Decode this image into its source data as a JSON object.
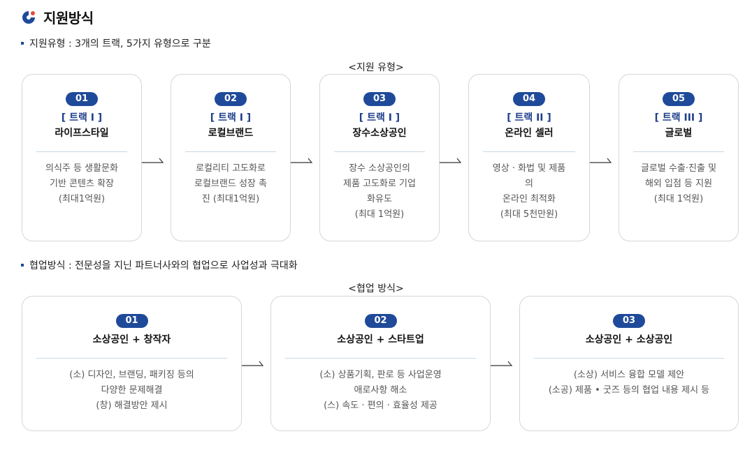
{
  "page_title": "지원방식",
  "section1": {
    "bullet": "지원유형 : 3개의 트랙, 5가지 유형으로 구분",
    "caption": "<지원 유형>",
    "cards": [
      {
        "num": "01",
        "track": "[ 트랙 Ⅰ ]",
        "name": "라이프스타일",
        "desc": [
          "의식주 등 생활문화",
          "기반 콘텐츠 확장",
          "(최대1억원)"
        ]
      },
      {
        "num": "02",
        "track": "[ 트랙 Ⅰ ]",
        "name": "로컬브랜드",
        "desc": [
          "로컬리티 고도화로",
          "로컬브랜드 성장 촉",
          "진 (최대1억원)"
        ]
      },
      {
        "num": "03",
        "track": "[ 트랙 Ⅰ ]",
        "name": "장수소상공인",
        "desc": [
          "장수 소상공인의",
          "제품 고도화로 기업",
          "화유도",
          "(최대 1억원)"
        ]
      },
      {
        "num": "04",
        "track": "[ 트랙 II ]",
        "name": "온라인 셀러",
        "desc": [
          "영상 · 화법 및 제품",
          "의",
          "온라인 최적화",
          "(최대 5천만원)"
        ]
      },
      {
        "num": "05",
        "track": "[ 트랙 III ]",
        "name": "글로벌",
        "desc": [
          "글로벌 수출·진출 및",
          "해외 입점 등 지원",
          "(최대 1억원)"
        ]
      }
    ]
  },
  "section2": {
    "bullet": "협업방식 : 전문성을 지닌 파트너사와의 협업으로 사업성과 극대화",
    "caption": "<협업 방식>",
    "cards": [
      {
        "num": "01",
        "name": "소상공인 + 창작자",
        "desc": [
          "(소) 디자인, 브랜딩, 패키징 등의",
          "다양한 문제해결",
          "(창) 해결방안 제시"
        ]
      },
      {
        "num": "02",
        "name": "소상공인 + 스타트업",
        "desc": [
          "(소) 상품기획, 판로 등 사업운영",
          "애로사항 해소",
          "(스) 속도 · 편의 · 효율성 제공"
        ]
      },
      {
        "num": "03",
        "name": "소상공인 + 소상공인",
        "desc": [
          "(소상) 서비스 융합 모델 제안",
          "(소공) 제품 • 굿즈 등의 협업 내용 제시 등"
        ]
      }
    ]
  },
  "colors": {
    "accent": "#1f4a9a",
    "logo_blue": "#1f4a9a",
    "logo_red": "#e94b3c"
  },
  "icons": {
    "logo": "brand-logo-icon",
    "arrow": "arrow-right-icon"
  }
}
